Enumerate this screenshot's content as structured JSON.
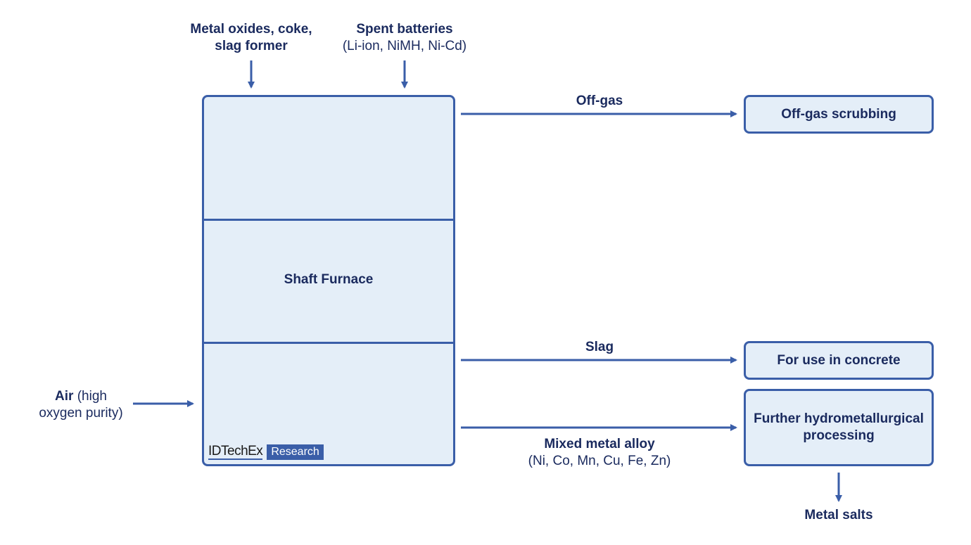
{
  "inputs": {
    "top_left": {
      "line1": "Metal oxides, coke,",
      "line2": "slag former"
    },
    "top_right": {
      "line1": "Spent batteries",
      "line2": "(Li-ion, NiMH, Ni-Cd)"
    },
    "left": {
      "bold": "Air",
      "rest": " (high",
      "line2": "oxygen purity)"
    }
  },
  "furnace": {
    "title": "Shaft Furnace"
  },
  "flows": {
    "offgas": "Off-gas",
    "slag": "Slag",
    "alloy": {
      "line1": "Mixed metal alloy",
      "line2": "(Ni, Co, Mn, Cu, Fe, Zn)"
    }
  },
  "outputs": {
    "offgas_box": "Off-gas scrubbing",
    "concrete_box": "For use in concrete",
    "hydro_box": {
      "line1": "Further hydrometallurgical",
      "line2": "processing"
    },
    "metal_salts": "Metal salts"
  },
  "logo": {
    "main": "IDTechEx",
    "tag": "Research"
  },
  "colors": {
    "line": "#3a5ea8",
    "fill": "#e4eef8",
    "text": "#1a2a5e"
  }
}
